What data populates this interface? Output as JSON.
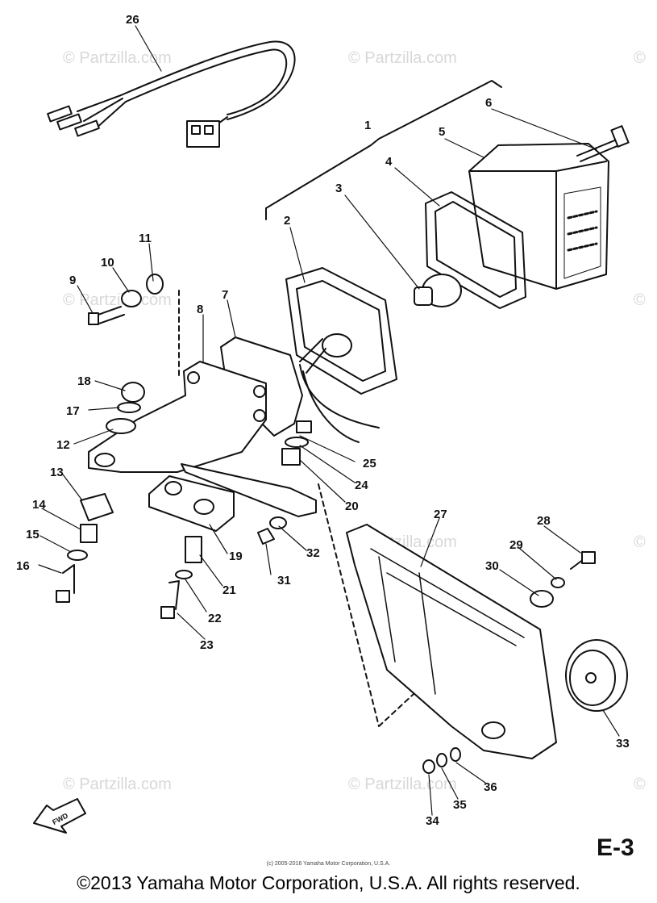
{
  "watermarks": [
    "© Partzilla.com",
    "© Partzilla.com",
    "©",
    "© Partzilla.com",
    "©",
    "© Partzilla.com",
    "©",
    "© Partzilla.com",
    "© Partzilla.com",
    "©"
  ],
  "callouts": [
    "1",
    "2",
    "3",
    "4",
    "5",
    "6",
    "7",
    "8",
    "9",
    "10",
    "11",
    "12",
    "13",
    "14",
    "15",
    "16",
    "17",
    "18",
    "19",
    "20",
    "21",
    "22",
    "23",
    "24",
    "25",
    "26",
    "27",
    "28",
    "29",
    "30",
    "31",
    "32",
    "33",
    "34",
    "35",
    "36"
  ],
  "fwd_label": "FWD",
  "sheet_code": "E-3",
  "small_copyright": "(c) 2005-2016 Yamaha Motor Corporation, U.S.A.",
  "footer": "©2013 Yamaha Motor Corporation, U.S.A. All rights reserved."
}
